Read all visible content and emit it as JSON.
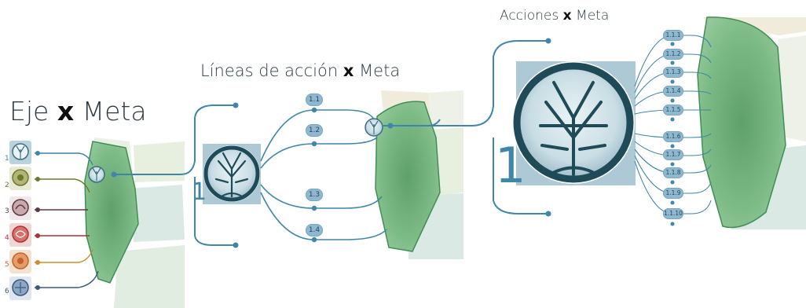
{
  "colors": {
    "accent": "#3f86a8",
    "node": "#8fb7cf",
    "green": "#6aaa75",
    "green_dark": "#3f8f54",
    "tile_light": "#e8efe0",
    "tile_beige": "#f1ebdc",
    "tile_teal": "#d7e7e4"
  },
  "panel1": {
    "title_prefix": "Eje",
    "title_x": "x",
    "title_suffix": "Meta",
    "icon_numbers": [
      "1",
      "2",
      "3",
      "4",
      "5",
      "6"
    ]
  },
  "panel2": {
    "title_prefix": "Líneas de acción",
    "title_x": "x",
    "title_suffix": "Meta",
    "big_number": "1",
    "labels": [
      "1.1",
      "1.2",
      "1.3",
      "1.4"
    ]
  },
  "panel3": {
    "title_prefix": "Acciones",
    "title_x": "x",
    "title_suffix": "Meta",
    "big_number": "1",
    "labels": [
      "1.1.1",
      "1.1.2",
      "1.1.3",
      "1.1.4",
      "1.1.5",
      "1.1.6",
      "1.1.7",
      "1.1.8",
      "1.1.9",
      "1.1.10"
    ]
  }
}
